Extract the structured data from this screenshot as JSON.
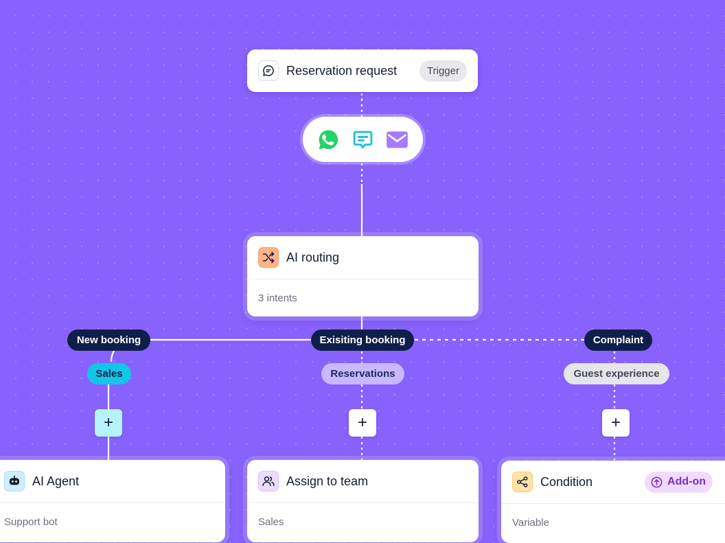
{
  "trigger": {
    "title": "Reservation request",
    "badge": "Trigger"
  },
  "channels": [
    {
      "icon": "whatsapp-icon",
      "color": "#25d366"
    },
    {
      "icon": "chat-icon",
      "color": "#1cc3e0"
    },
    {
      "icon": "mail-icon",
      "color": "#a57cff"
    }
  ],
  "routing": {
    "title": "AI routing",
    "subtitle": "3 intents",
    "icon_bg": "#ffb38a"
  },
  "intents": [
    {
      "label": "New booking",
      "team": "Sales",
      "team_bg": "#12c6e6",
      "team_fg": "#0f1f4a"
    },
    {
      "label": "Exisiting booking",
      "team": "Reservations",
      "team_bg": "#c9b8ff",
      "team_fg": "#1b2a5a"
    },
    {
      "label": "Complaint",
      "team": "Guest experience",
      "team_bg": "#e5e5ea",
      "team_fg": "#44475a"
    }
  ],
  "nodes": [
    {
      "title": "AI Agent",
      "subtitle": "Support bot",
      "icon": "robot-icon",
      "icon_bg": "#cdeefc"
    },
    {
      "title": "Assign to team",
      "subtitle": "Sales",
      "icon": "team-icon",
      "icon_bg": "#ebdcff"
    },
    {
      "title": "Condition",
      "subtitle": "Variable",
      "icon": "branch-icon",
      "icon_bg": "#ffe3a8",
      "addon": "Add-on"
    }
  ],
  "colors": {
    "background": "#8762fd",
    "dark_pill": "#0f1f4a",
    "connector": "#ffffff"
  }
}
